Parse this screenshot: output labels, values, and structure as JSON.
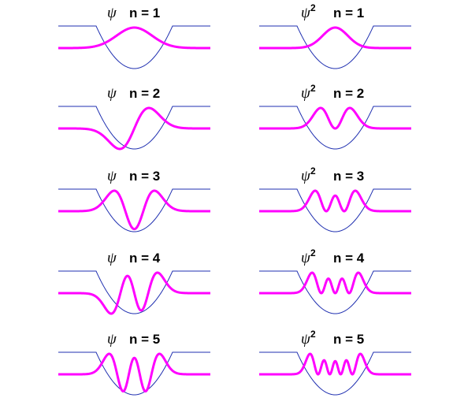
{
  "colors": {
    "potential": "#1f2fb0",
    "wave": "#ff00ff",
    "background": "#ffffff"
  },
  "columns": [
    {
      "kind": "psi",
      "symbol": "ψ",
      "power": ""
    },
    {
      "kind": "psi2",
      "symbol": "ψ",
      "power": "2"
    }
  ],
  "panels": [
    {
      "kind": "psi",
      "n": 1,
      "symbol": "ψ",
      "power": "",
      "label": "n = 1"
    },
    {
      "kind": "psi2",
      "n": 1,
      "symbol": "ψ",
      "power": "2",
      "label": "n = 1"
    },
    {
      "kind": "psi",
      "n": 2,
      "symbol": "ψ",
      "power": "",
      "label": "n = 2"
    },
    {
      "kind": "psi2",
      "n": 2,
      "symbol": "ψ",
      "power": "2",
      "label": "n = 2"
    },
    {
      "kind": "psi",
      "n": 3,
      "symbol": "ψ",
      "power": "",
      "label": "n = 3"
    },
    {
      "kind": "psi2",
      "n": 3,
      "symbol": "ψ",
      "power": "2",
      "label": "n = 3"
    },
    {
      "kind": "psi",
      "n": 4,
      "symbol": "ψ",
      "power": "",
      "label": "n = 4"
    },
    {
      "kind": "psi2",
      "n": 4,
      "symbol": "ψ",
      "power": "2",
      "label": "n = 4"
    },
    {
      "kind": "psi",
      "n": 5,
      "symbol": "ψ",
      "power": "",
      "label": "n = 5"
    },
    {
      "kind": "psi2",
      "n": 5,
      "symbol": "ψ",
      "power": "2",
      "label": "n = 5"
    }
  ]
}
